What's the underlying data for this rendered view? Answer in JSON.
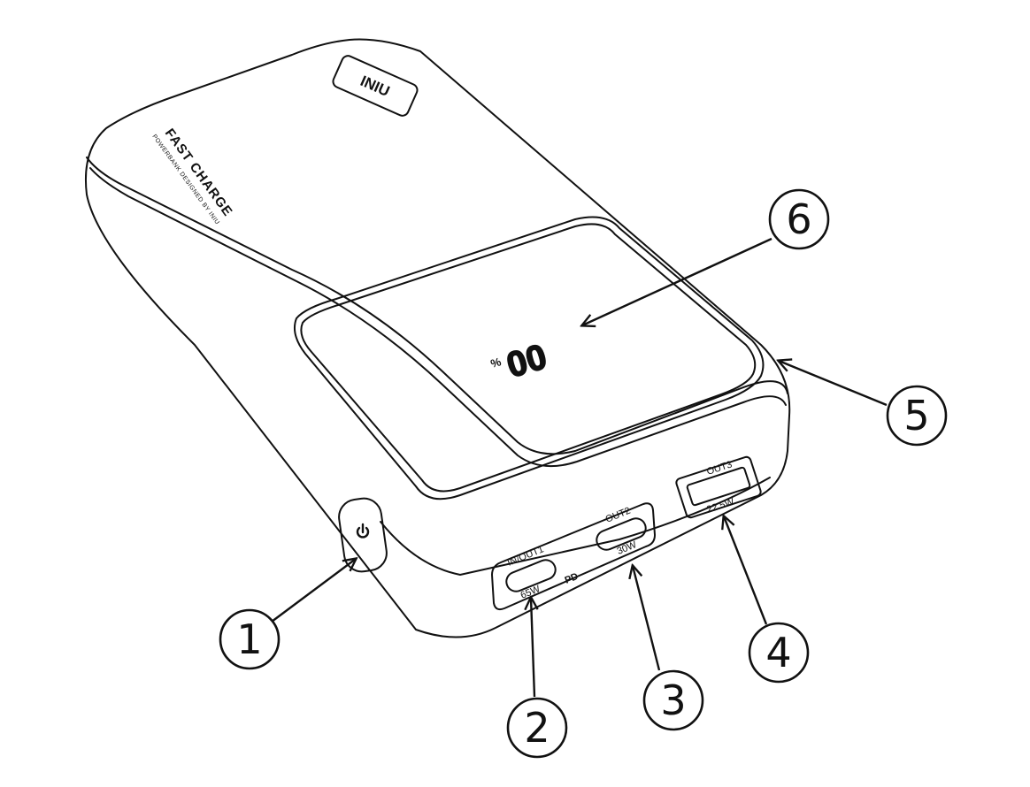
{
  "device": {
    "logo": "INIU",
    "headline": "FAST CHARGE",
    "tagline": "POWERBANK DESIGNED BY INIU",
    "display_digits": "00",
    "display_percent": "%",
    "ports": {
      "in_out1": {
        "name": "IN/OUT1",
        "rating": "65W"
      },
      "out2": {
        "name": "OUT2",
        "rating": "30W"
      },
      "out3": {
        "name": "OUT3",
        "rating": "22.5W"
      },
      "pd_mark": "PD"
    }
  },
  "callouts": [
    {
      "number": "1",
      "target": "power-button"
    },
    {
      "number": "2",
      "target": "usb-c-in-out1"
    },
    {
      "number": "3",
      "target": "usb-c-out2"
    },
    {
      "number": "4",
      "target": "usb-a-out3"
    },
    {
      "number": "5",
      "target": "side-edge"
    },
    {
      "number": "6",
      "target": "led-display"
    }
  ]
}
